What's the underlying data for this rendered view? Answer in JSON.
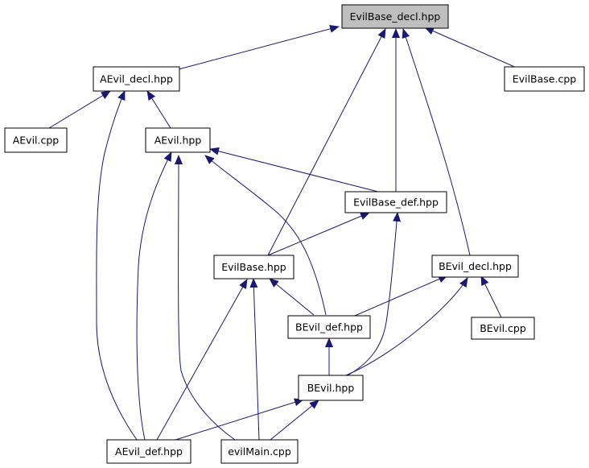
{
  "diagram": {
    "nodes": {
      "evilbase_decl": "EvilBase_decl.hpp",
      "aevil_decl": "AEvil_decl.hpp",
      "evilbase_cpp": "EvilBase.cpp",
      "aevil_cpp": "AEvil.cpp",
      "aevil_hpp": "AEvil.hpp",
      "evilbase_def": "EvilBase_def.hpp",
      "evilbase_hpp": "EvilBase.hpp",
      "bevil_decl": "BEvil_decl.hpp",
      "bevil_def": "BEvil_def.hpp",
      "bevil_cpp": "BEvil.cpp",
      "bevil_hpp": "BEvil.hpp",
      "aevil_def": "AEvil_def.hpp",
      "evilmain": "evilMain.cpp"
    },
    "edges": [
      {
        "from": "aevil_decl",
        "to": "evilbase_decl"
      },
      {
        "from": "evilbase_cpp",
        "to": "evilbase_decl"
      },
      {
        "from": "evilbase_hpp",
        "to": "evilbase_decl"
      },
      {
        "from": "evilbase_def",
        "to": "evilbase_decl"
      },
      {
        "from": "bevil_decl",
        "to": "evilbase_decl"
      },
      {
        "from": "aevil_cpp",
        "to": "aevil_decl"
      },
      {
        "from": "aevil_hpp",
        "to": "aevil_decl"
      },
      {
        "from": "aevil_def",
        "to": "aevil_decl"
      },
      {
        "from": "evilbase_def",
        "to": "aevil_hpp"
      },
      {
        "from": "bevil_def",
        "to": "aevil_hpp"
      },
      {
        "from": "aevil_def",
        "to": "aevil_hpp"
      },
      {
        "from": "evilmain",
        "to": "aevil_hpp"
      },
      {
        "from": "evilbase_hpp",
        "to": "evilbase_def"
      },
      {
        "from": "bevil_hpp",
        "to": "evilbase_def"
      },
      {
        "from": "bevil_def",
        "to": "evilbase_hpp"
      },
      {
        "from": "aevil_def",
        "to": "evilbase_hpp"
      },
      {
        "from": "evilmain",
        "to": "evilbase_hpp"
      },
      {
        "from": "bevil_def",
        "to": "bevil_decl"
      },
      {
        "from": "bevil_cpp",
        "to": "bevil_decl"
      },
      {
        "from": "bevil_hpp",
        "to": "bevil_decl"
      },
      {
        "from": "bevil_hpp",
        "to": "bevil_def"
      },
      {
        "from": "aevil_def",
        "to": "bevil_hpp"
      },
      {
        "from": "evilmain",
        "to": "bevil_hpp"
      }
    ],
    "colors": {
      "edge": "#191970",
      "root_fill": "#bfbfbf",
      "node_fill": "#ffffff",
      "node_border": "#000000"
    }
  }
}
